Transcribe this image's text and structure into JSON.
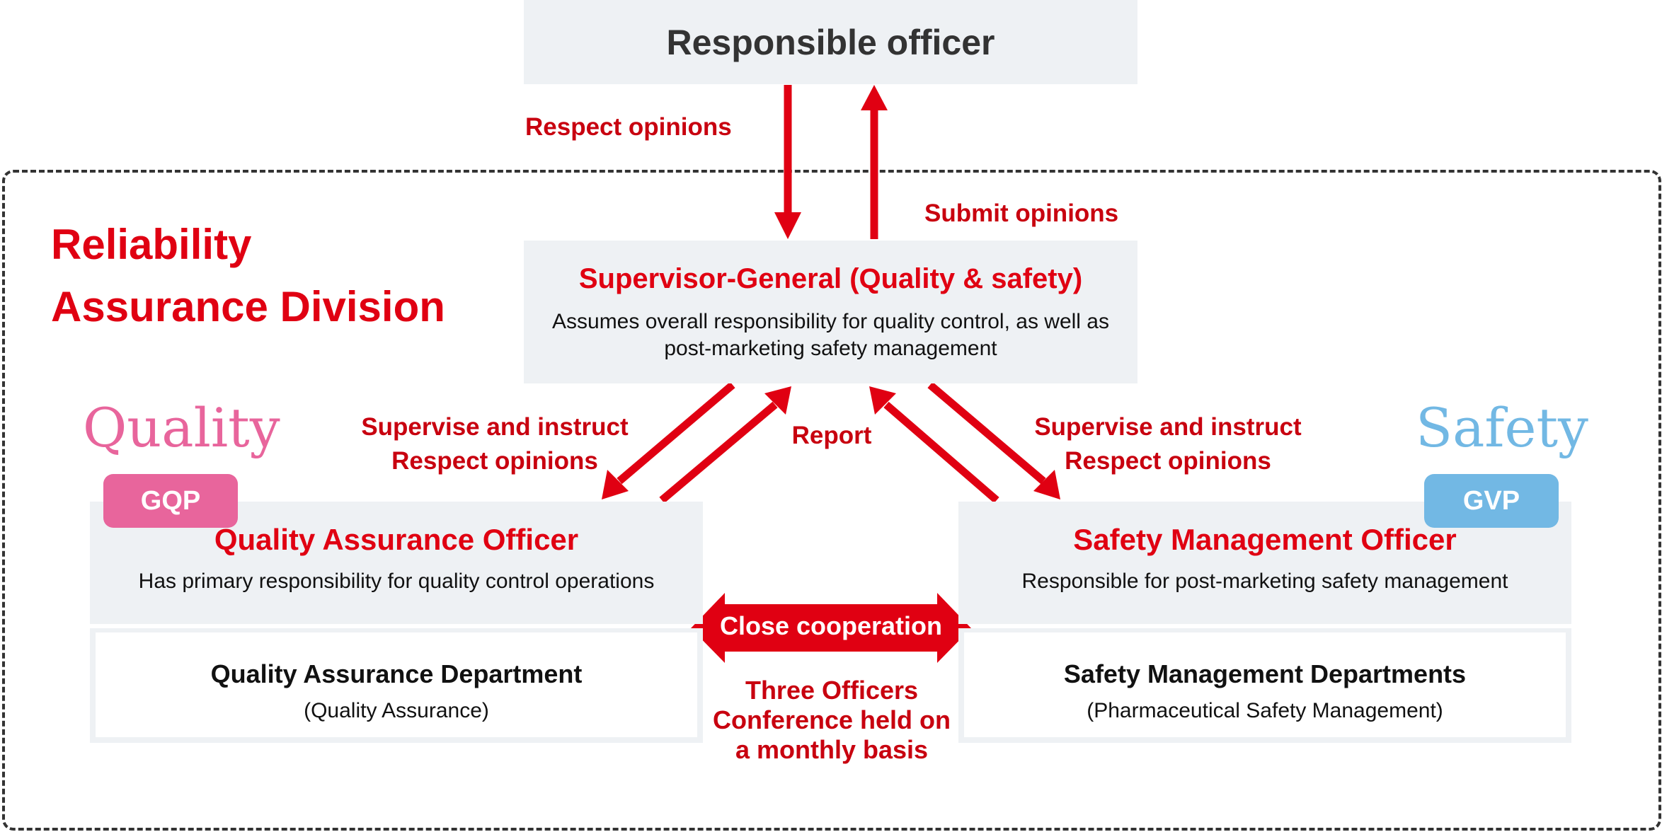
{
  "colors": {
    "accent_red": "#e00012",
    "label_red": "#c8000f",
    "box_grey": "#eef1f4",
    "quality_pink": "#e8659c",
    "safety_blue": "#72b8e4",
    "border_dark": "#333333"
  },
  "top": {
    "title": "Responsible officer"
  },
  "edges": {
    "respect_opinions_top": "Respect opinions",
    "submit_opinions": "Submit opinions",
    "left_supervise": "Supervise and instruct",
    "left_respect": "Respect opinions",
    "report": "Report",
    "right_supervise": "Supervise and instruct",
    "right_respect": "Respect opinions"
  },
  "division": {
    "title_line1": "Reliability",
    "title_line2": "Assurance Division"
  },
  "supervisor": {
    "title": "Supervisor-General (Quality & safety)",
    "description": "Assumes overall responsibility for quality control, as well as post-marketing safety management"
  },
  "quality": {
    "category": "Quality",
    "badge": "GQP",
    "officer_title": "Quality Assurance Officer",
    "officer_description": "Has primary responsibility for quality control operations",
    "department": "Quality Assurance Department",
    "department_sub": "(Quality Assurance)"
  },
  "safety": {
    "category": "Safety",
    "badge": "GVP",
    "officer_title": "Safety Management Officer",
    "officer_description": "Responsible for post-marketing safety management",
    "department": "Safety Management Departments",
    "department_sub": "(Pharmaceutical Safety Management)"
  },
  "cooperation": {
    "label": "Close cooperation",
    "conference": "Three Officers Conference held on a monthly basis"
  }
}
